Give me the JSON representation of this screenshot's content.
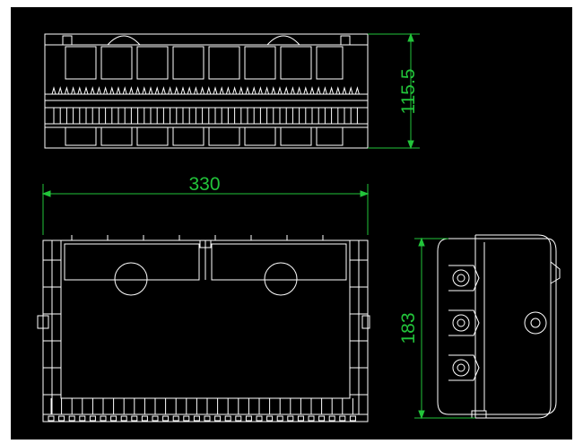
{
  "drawing": {
    "background": "#000000",
    "frame": "#ffffff",
    "line_color": "#ffffff",
    "dimension_color": "#22c43a"
  },
  "dimensions": {
    "height_top_view": "115.5",
    "width_front_view": "330",
    "height_side_view": "183"
  }
}
